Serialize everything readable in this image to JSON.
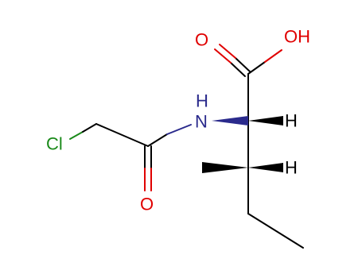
{
  "molecule": {
    "atoms": {
      "chlorine": "Cl",
      "amide_oxygen": "O",
      "amide_nitrogen": "N",
      "amide_hydrogen": "H",
      "carbonyl_oxygen": "O",
      "hydroxyl": "OH",
      "alpha_hydrogen": "H",
      "beta_hydrogen": "H"
    },
    "colors": {
      "bond": "#000000",
      "chlorine": "#1a8a1a",
      "oxygen": "#e00000",
      "nitrogen": "#2a2a8c",
      "hydrogen": "#000000",
      "stereo_wedge_n": "#2a2a8c"
    }
  }
}
